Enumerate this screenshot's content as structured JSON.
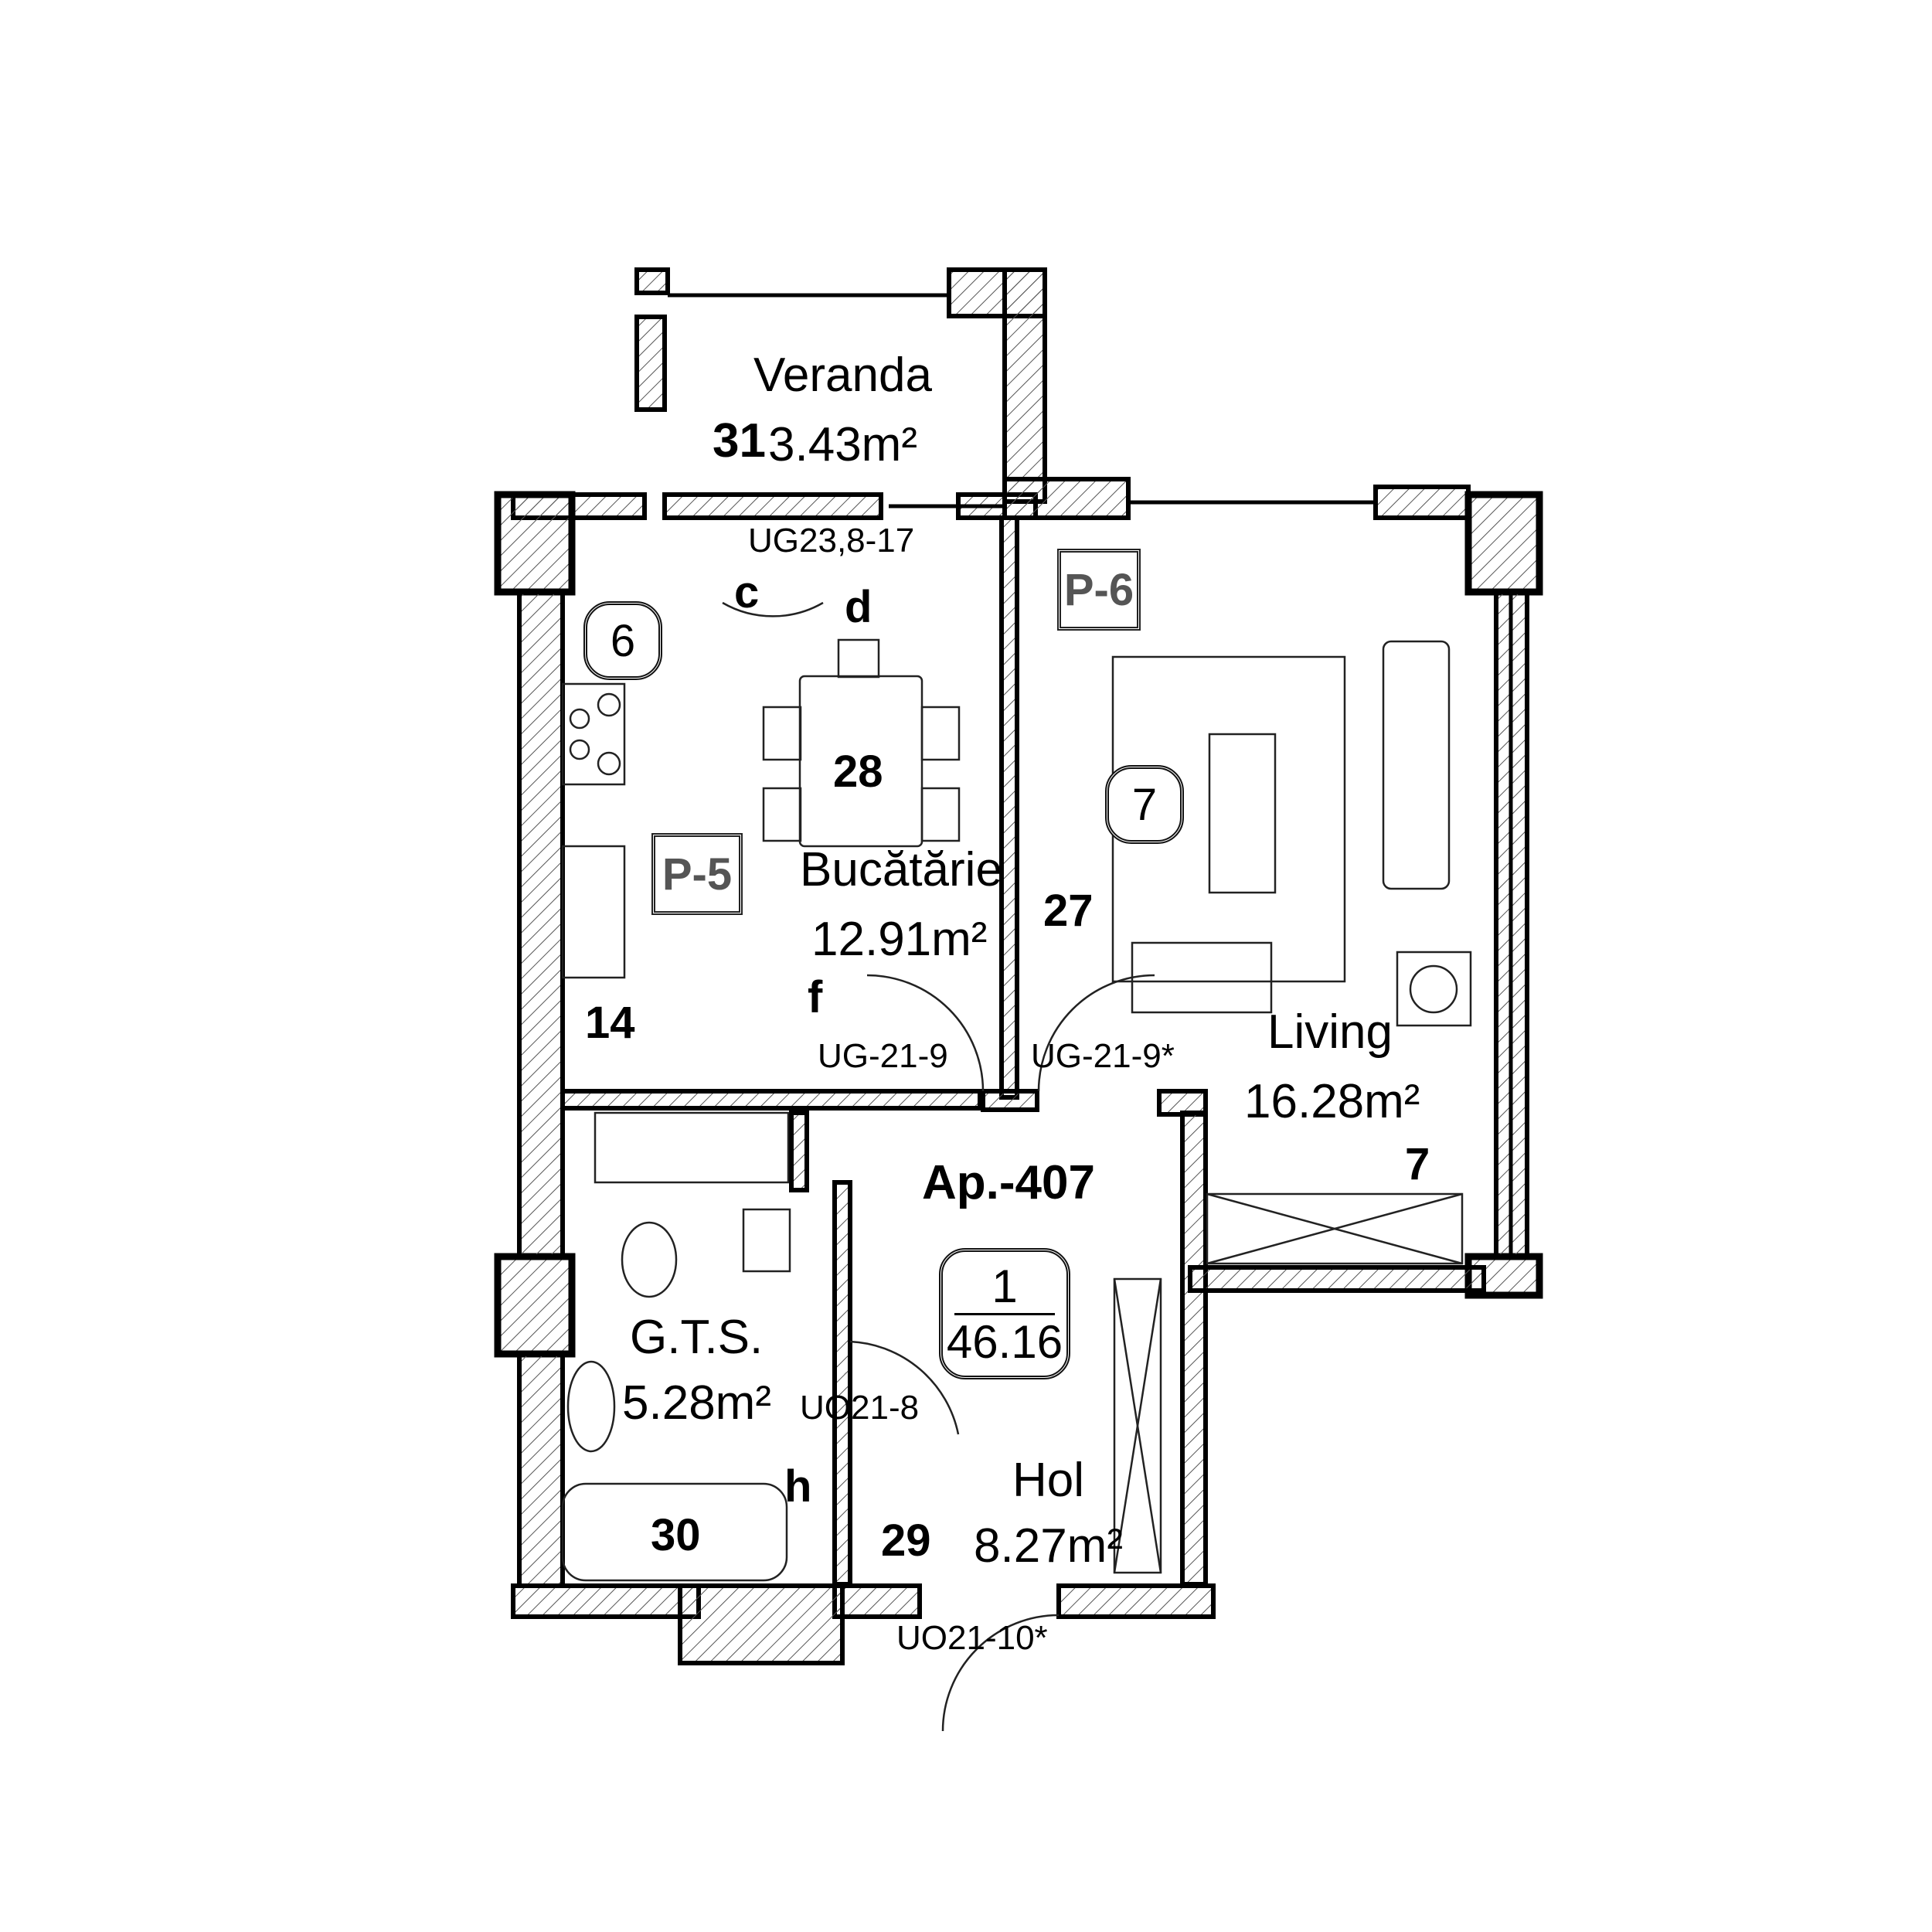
{
  "plan": {
    "apartment_label": "Ap.-407",
    "summary_bubble": {
      "rooms": "1",
      "area": "46.16"
    },
    "rooms": [
      {
        "id": "veranda",
        "number": "31",
        "name": "Veranda",
        "area": "3.43m²"
      },
      {
        "id": "kitchen",
        "number": "28",
        "name": "Bucătărie",
        "area": "12.91m²"
      },
      {
        "id": "living",
        "number": "27",
        "name": "Living",
        "area": "16.28m²"
      },
      {
        "id": "bathroom",
        "number": "30",
        "name": "G.T.S.",
        "area": "5.28m²"
      },
      {
        "id": "hall",
        "number": "29",
        "name": "Hol",
        "area": "8.27m²"
      }
    ],
    "door_codes": [
      "UG23,8-17",
      "UG-21-9",
      "UG-21-9*",
      "UO21-8",
      "UO21-10*"
    ],
    "panel_tags": [
      "P-5",
      "P-6"
    ],
    "bubbles": [
      "6",
      "7"
    ],
    "markers": {
      "c": "c",
      "d": "d",
      "f": "f",
      "h": "h",
      "n14": "14",
      "n7": "7"
    }
  },
  "colors": {
    "line": "#000000",
    "hatch": "#555555",
    "fill_gray": "#9a9a9a",
    "tag_text": "#555555"
  }
}
